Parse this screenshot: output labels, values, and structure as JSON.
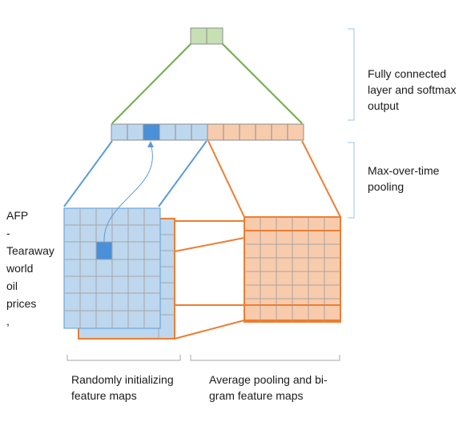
{
  "labels": {
    "fully_connected": "Fully connected layer and softmax output",
    "max_pooling": "Max-over-time pooling",
    "random_maps": "Randomly initializing feature maps",
    "avg_pooling": "Average pooling and bi-gram feature maps"
  },
  "input_words": [
    "AFP",
    "-",
    "Tearaway",
    "world",
    "oil",
    "prices",
    ","
  ],
  "colors": {
    "green_fill": "#c6e0b4",
    "green_line": "#70ad47",
    "blue_fill": "#bdd7ee",
    "blue_line": "#5b9bd5",
    "blue_dark": "#4a90d9",
    "orange_fill": "#f8cbad",
    "orange_line": "#ed7d31",
    "grid_line": "#a6a6a6",
    "bracket": "#9dc3e6"
  }
}
